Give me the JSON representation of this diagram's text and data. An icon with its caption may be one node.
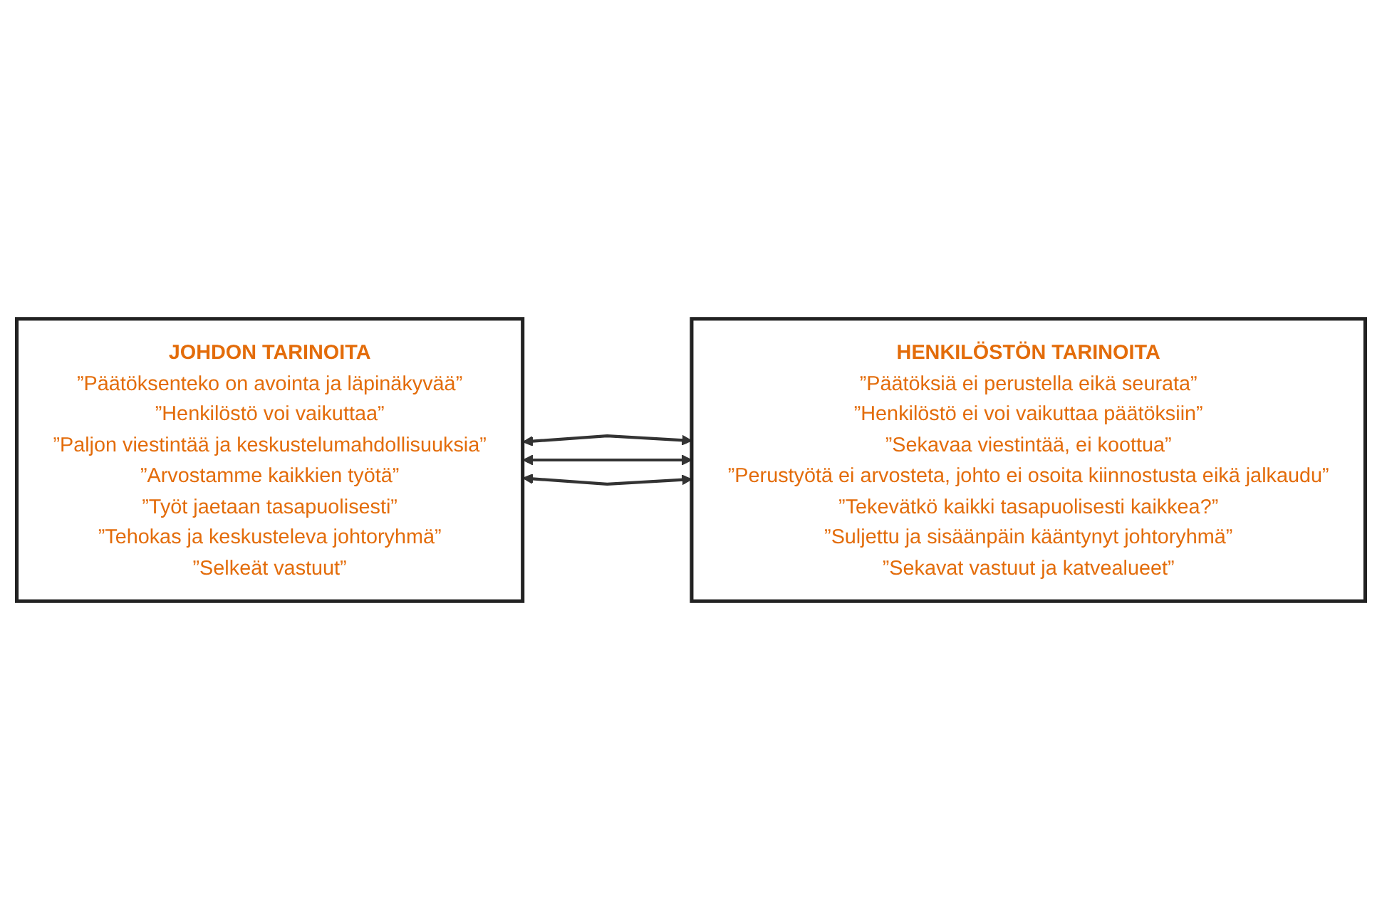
{
  "diagram": {
    "nodes": [
      {
        "text": [
          "JOHDON TARINOITA",
          "”Päätöksenteko on avointa ja läpinäkyvää”",
          "”Henkilöstö voi vaikuttaa”",
          "”Paljon viestintää ja keskustelumahdollisuuksia”",
          "”Arvostamme kaikkien työtä”",
          "”Työt jaetaan tasapuolisesti”",
          "”Tehokas ja keskusteleva johtoryhmä”",
          "”Selkeät vastuut”"
        ]
      },
      {
        "text": [
          "HENKILÖSTÖN TARINOITA",
          "”Päätöksiä ei perustella eikä seurata”",
          "”Henkilöstö ei voi vaikuttaa päätöksiin”",
          "”Sekavaa viestintää, ei koottua”",
          "”Perustyötä ei arvosteta, johto ei osoita kiinnostusta eikä jalkaudu”",
          "”Tekevätkö kaikki tasapuolisesti kaikkea?”",
          "”Suljettu ja sisäänpäin kääntynyt johtoryhmä”",
          "”Sekavat vastuut ja katvealueet”"
        ]
      }
    ],
    "edges": [
      {
        "from": 0,
        "to": 1,
        "arrow": "both"
      },
      {
        "from": 0,
        "to": 1,
        "arrow": "both"
      },
      {
        "from": 0,
        "to": 1,
        "arrow": "both"
      }
    ]
  }
}
